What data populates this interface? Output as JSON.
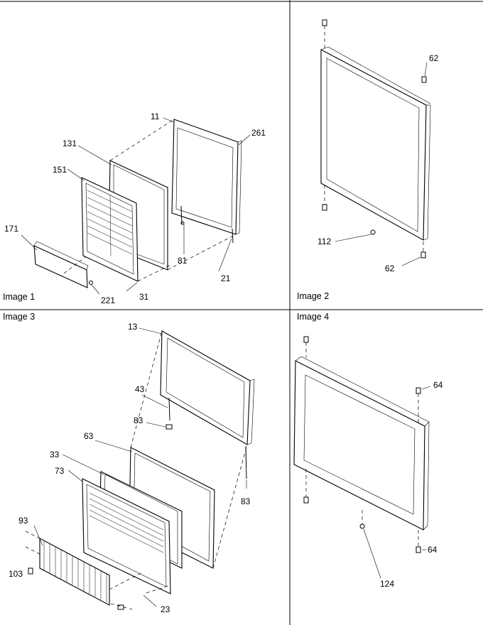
{
  "panels": [
    {
      "caption": "Image 1",
      "labels": {
        "p11": "11",
        "p261": "261",
        "p131": "131",
        "p151": "151",
        "p171": "171",
        "p81": "81",
        "p21": "21",
        "p221": "221",
        "p31": "31"
      }
    },
    {
      "caption": "Image 2",
      "labels": {
        "p62a": "62",
        "p112": "112",
        "p62b": "62"
      }
    },
    {
      "caption": "Image 3",
      "labels": {
        "p13": "13",
        "p43": "43",
        "p83a": "83",
        "p63": "63",
        "p33": "33",
        "p73": "73",
        "p93": "93",
        "p103": "103",
        "p83b": "83",
        "p23": "23"
      }
    },
    {
      "caption": "Image 4",
      "labels": {
        "p64a": "64",
        "p64b": "64",
        "p124": "124"
      }
    }
  ]
}
